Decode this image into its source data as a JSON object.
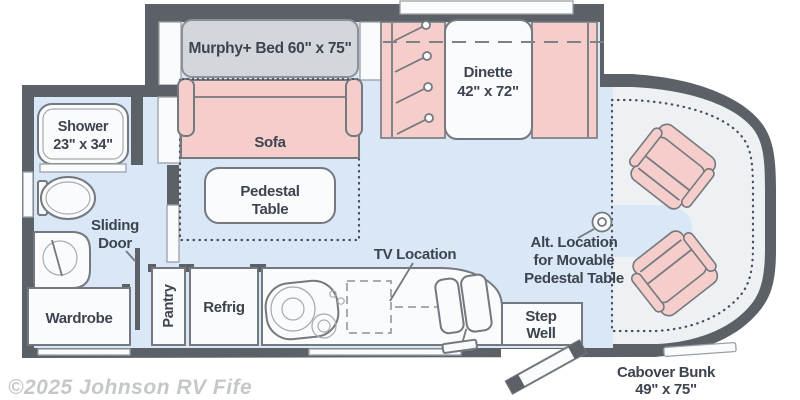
{
  "meta": {
    "watermark": "©2025 Johnson RV Fife"
  },
  "colors": {
    "wall": "#5c6167",
    "floor": "#d9e7f6",
    "furniture_pink": "#f5cecb",
    "bed_gray": "#d3d6da",
    "fixture_white": "#fafbfc",
    "cab_area": "#eef1f4",
    "outline": "#74797f",
    "text": "#3d4450",
    "dots": "#494e54",
    "watermark": "#c5c8cb"
  },
  "rooms": {
    "murphy_bed": {
      "label": "Murphy+ Bed 60\" x 75\""
    },
    "sofa": {
      "label": "Sofa"
    },
    "pedestal_table": {
      "line1": "Pedestal",
      "line2": "Table"
    },
    "dinette": {
      "line1": "Dinette",
      "line2": "42\" x 72\""
    },
    "shower": {
      "line1": "Shower",
      "line2": "23\" x 34\""
    },
    "sliding_door": {
      "line1": "Sliding",
      "line2": "Door"
    },
    "wardrobe": {
      "label": "Wardrobe"
    },
    "pantry": {
      "label": "Pantry"
    },
    "refrig": {
      "label": "Refrig"
    },
    "tv_location": {
      "label": "TV Location"
    },
    "alt_location": {
      "line1": "Alt. Location",
      "line2": "for Movable",
      "line3": "Pedestal Table"
    },
    "step_well": {
      "line1": "Step",
      "line2": "Well"
    },
    "cabover_bunk": {
      "line1": "Cabover Bunk",
      "line2": "49\" x 75\""
    }
  }
}
